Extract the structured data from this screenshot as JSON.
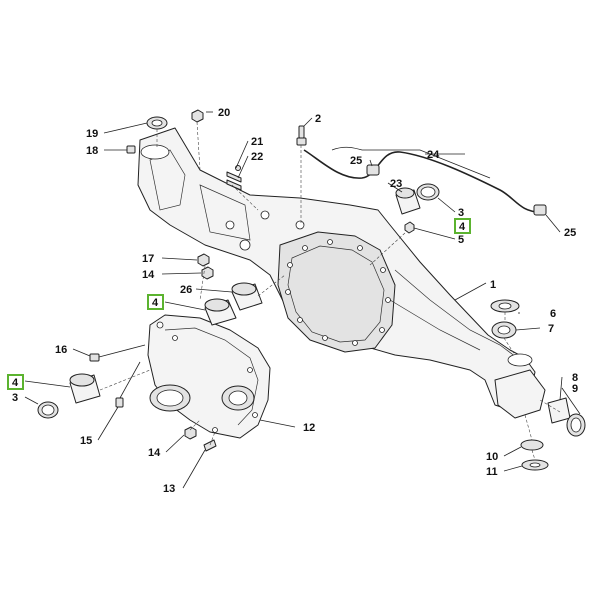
{
  "labels": {
    "l1": "1",
    "l2": "2",
    "l3a": "3",
    "l3b": "3",
    "l4a": "4",
    "l4b": "4",
    "l4c": "4",
    "l5": "5",
    "l6": "6",
    "l7": "7",
    "l8": "8",
    "l9": "9",
    "l10": "10",
    "l11": "11",
    "l12": "12",
    "l13": "13",
    "l14a": "14",
    "l14b": "14",
    "l15": "15",
    "l16": "16",
    "l17": "17",
    "l18": "18",
    "l19": "19",
    "l20": "20",
    "l21": "21",
    "l22": "22",
    "l23": "23",
    "l24": "24",
    "l25a": "25",
    "l25b": "25",
    "l26": "26"
  },
  "colors": {
    "highlight": "#5bb32f",
    "line": "#222222"
  }
}
